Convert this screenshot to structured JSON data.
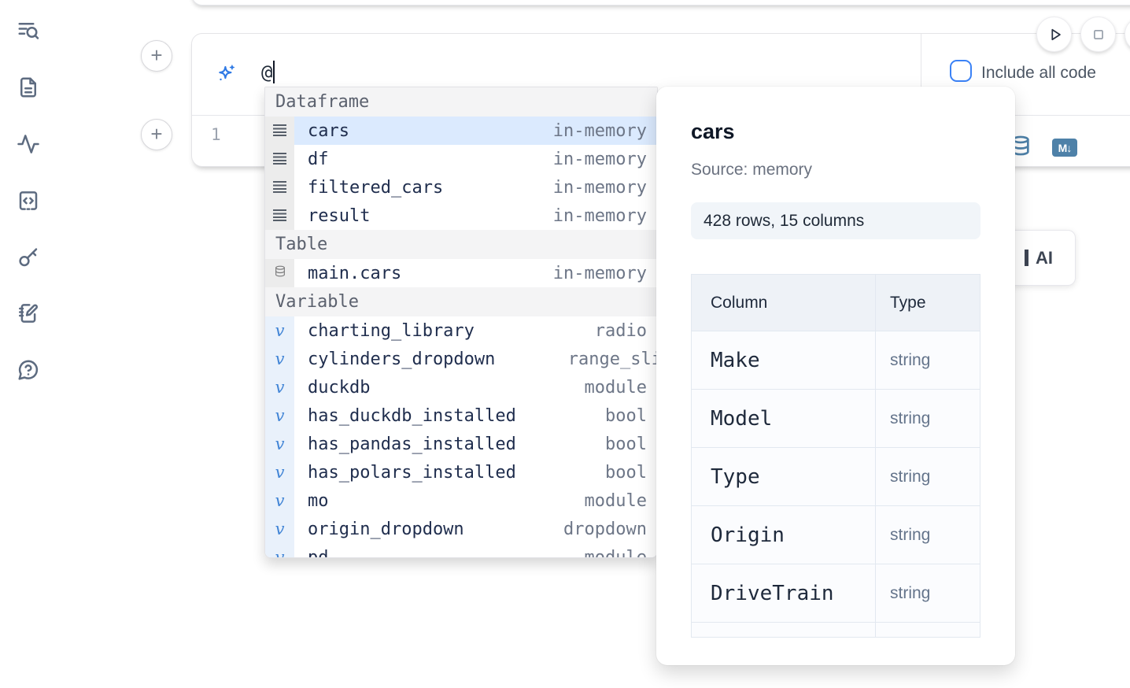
{
  "sidebar": {
    "icons": [
      {
        "name": "list-search"
      },
      {
        "name": "file-text"
      },
      {
        "name": "activity"
      },
      {
        "name": "code-square"
      },
      {
        "name": "key"
      },
      {
        "name": "notebook-pen"
      },
      {
        "name": "help-chat"
      }
    ]
  },
  "run_controls": {
    "icons": [
      "play",
      "stop",
      "partial-circle"
    ]
  },
  "cell": {
    "ai_prompt": {
      "value": "@"
    },
    "include_all_code": {
      "label": "Include all code",
      "checked": false
    },
    "line_number": "1",
    "toolbar_icons": [
      "database",
      "markdown-convert"
    ]
  },
  "autocomplete": {
    "sections": [
      {
        "label": "Dataframe",
        "icon": "dataframe-rows",
        "items": [
          {
            "name": "cars",
            "detail": "in-memory",
            "selected": true
          },
          {
            "name": "df",
            "detail": "in-memory"
          },
          {
            "name": "filtered_cars",
            "detail": "in-memory"
          },
          {
            "name": "result",
            "detail": "in-memory"
          }
        ]
      },
      {
        "label": "Table",
        "icon": "database",
        "items": [
          {
            "name": "main.cars",
            "detail": "in-memory"
          }
        ]
      },
      {
        "label": "Variable",
        "icon": "variable-v",
        "items": [
          {
            "name": "charting_library",
            "detail": "radio"
          },
          {
            "name": "cylinders_dropdown",
            "detail": "range_sli",
            "overflow": true
          },
          {
            "name": "duckdb",
            "detail": "module"
          },
          {
            "name": "has_duckdb_installed",
            "detail": "bool"
          },
          {
            "name": "has_pandas_installed",
            "detail": "bool"
          },
          {
            "name": "has_polars_installed",
            "detail": "bool"
          },
          {
            "name": "mo",
            "detail": "module"
          },
          {
            "name": "origin_dropdown",
            "detail": "dropdown"
          },
          {
            "name": "pd",
            "detail": "module"
          }
        ]
      }
    ]
  },
  "preview_panel": {
    "title": "cars",
    "source": "Source: memory",
    "shape": "428 rows, 15 columns",
    "table": {
      "headers": [
        "Column",
        "Type"
      ],
      "rows": [
        {
          "column": "Make",
          "type": "string"
        },
        {
          "column": "Model",
          "type": "string"
        },
        {
          "column": "Type",
          "type": "string"
        },
        {
          "column": "Origin",
          "type": "string"
        },
        {
          "column": "DriveTrain",
          "type": "string"
        }
      ]
    }
  },
  "ai_button": {
    "visible_label": "AI"
  },
  "colors": {
    "accent_blue": "#3b82f6",
    "selection_blue": "#dbeafe",
    "steel_blue": "#4e81a8",
    "icon_slate": "#5d6b80"
  }
}
